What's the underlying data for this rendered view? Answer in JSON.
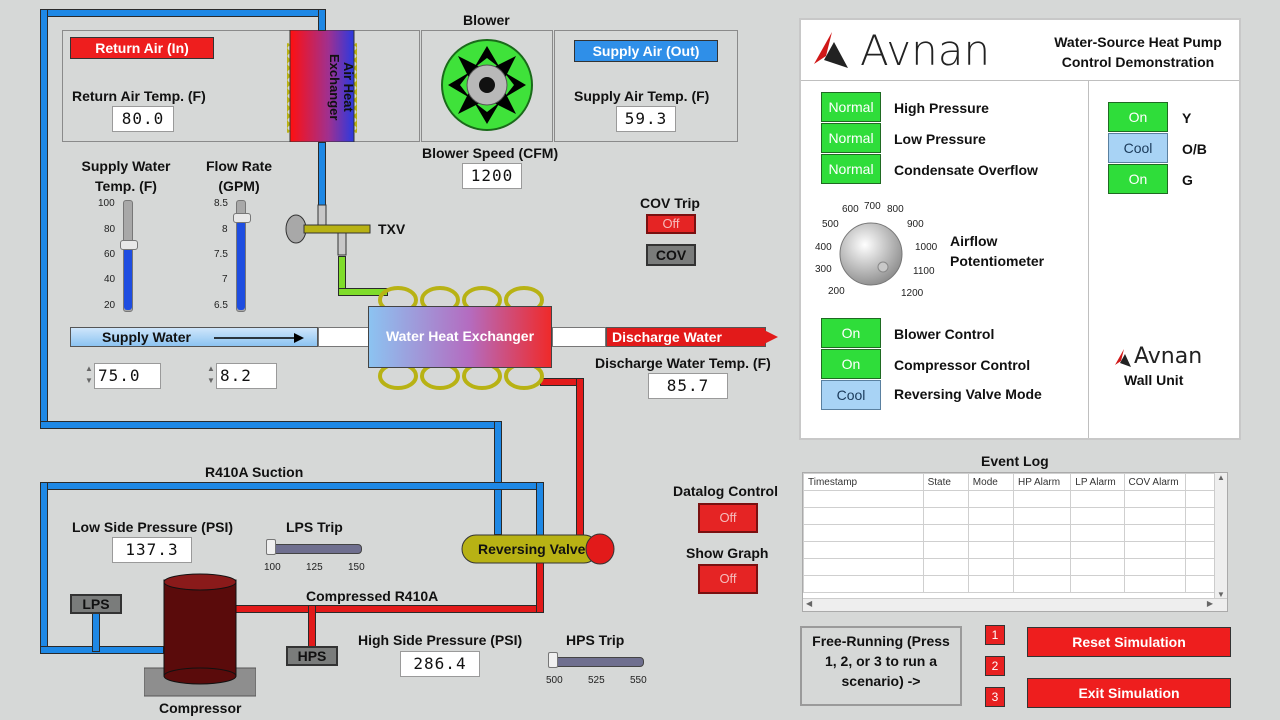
{
  "air_section": {
    "return_air_btn": "Return Air (In)",
    "return_air_label": "Return Air Temp. (F)",
    "return_air_value": "80.0",
    "air_hx_label": "Air Heat Exchanger",
    "blower_label": "Blower",
    "blower_speed_label": "Blower Speed (CFM)",
    "blower_speed_value": "1200",
    "supply_air_btn": "Supply Air (Out)",
    "supply_air_label": "Supply Air Temp. (F)",
    "supply_air_value": "59.3"
  },
  "water_section": {
    "supply_water_temp_label": "Supply Water Temp. (F)",
    "supply_water_ticks": [
      "100",
      "80",
      "60",
      "40",
      "20"
    ],
    "supply_water_level": 60,
    "flow_rate_label": "Flow Rate (GPM)",
    "flow_rate_ticks": [
      "8.5",
      "8",
      "7.5",
      "7",
      "6.5"
    ],
    "flow_rate_level": 85,
    "txv_label": "TXV",
    "cov_trip_label": "COV Trip",
    "cov_trip_state": "Off",
    "cov_label": "COV",
    "supply_water_label": "Supply Water",
    "water_hx_label": "Water Heat Exchanger",
    "discharge_water_label": "Discharge Water",
    "supply_water_value": "75.0",
    "flow_rate_value": "8.2",
    "discharge_water_temp_label": "Discharge Water Temp. (F)",
    "discharge_water_value": "85.7"
  },
  "refrigerant": {
    "suction_label": "R410A Suction",
    "low_side_label": "Low Side Pressure (PSI)",
    "low_side_value": "137.3",
    "lps_trip_label": "LPS Trip",
    "lps_trip_ticks": [
      "100",
      "125",
      "150"
    ],
    "lps_label": "LPS",
    "reversing_valve_label": "Reversing Valve",
    "compressed_label": "Compressed R410A",
    "hps_label": "HPS",
    "high_side_label": "High Side Pressure (PSI)",
    "high_side_value": "286.4",
    "hps_trip_label": "HPS Trip",
    "hps_trip_ticks": [
      "500",
      "525",
      "550"
    ],
    "compressor_label": "Compressor"
  },
  "datalog": {
    "datalog_label": "Datalog Control",
    "datalog_state": "Off",
    "show_graph_label": "Show Graph",
    "show_graph_state": "Off"
  },
  "wall_unit": {
    "brand": "Avnan",
    "title": "Water-Source Heat Pump Control Demonstration",
    "alarms": [
      {
        "state": "Normal",
        "label": "High Pressure"
      },
      {
        "state": "Normal",
        "label": "Low Pressure"
      },
      {
        "state": "Normal",
        "label": "Condensate Overflow"
      }
    ],
    "signals": [
      {
        "state": "On",
        "label": "Y"
      },
      {
        "state": "Cool",
        "label": "O/B"
      },
      {
        "state": "On",
        "label": "G"
      }
    ],
    "knob_ticks": [
      "200",
      "300",
      "400",
      "500",
      "600",
      "700",
      "800",
      "900",
      "1000",
      "1100",
      "1200"
    ],
    "airflow_label": "Airflow Potentiometer",
    "controls": [
      {
        "state": "On",
        "label": "Blower Control"
      },
      {
        "state": "On",
        "label": "Compressor Control"
      },
      {
        "state": "Cool",
        "label": "Reversing Valve Mode"
      }
    ],
    "wall_brand": "Avnan",
    "wall_label": "Wall Unit"
  },
  "event_log": {
    "title": "Event Log",
    "columns": [
      "Timestamp",
      "State",
      "Mode",
      "HP Alarm",
      "LP Alarm",
      "COV Alarm"
    ]
  },
  "scenario": {
    "text": "Free-Running (Press 1, 2, or 3 to run a scenario) ->",
    "buttons": [
      "1",
      "2",
      "3"
    ],
    "reset": "Reset Simulation",
    "exit": "Exit Simulation"
  },
  "colors": {
    "water_blue": "#1e88e5",
    "refrigerant_red": "#e21a1a",
    "led_green": "#2fdd3a",
    "cool_blue": "#a8d3f5",
    "blower_green": "#3fe23a"
  }
}
